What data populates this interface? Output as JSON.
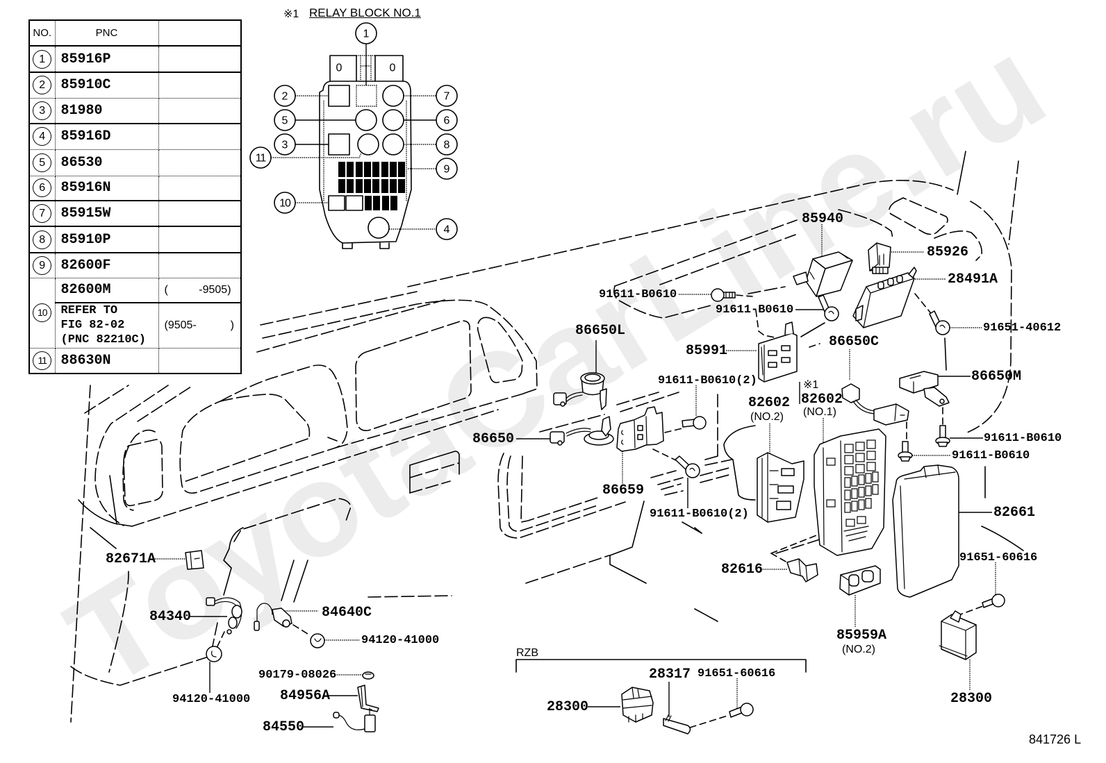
{
  "figure": {
    "watermark": "ToyotaCarLine.ru",
    "figure_id": "841726 L"
  },
  "pnc_table": {
    "header": {
      "no": "NO.",
      "pnc": "PNC",
      "remarks": ""
    },
    "rows": [
      {
        "no": "1",
        "pnc": "85916P",
        "remark": ""
      },
      {
        "no": "2",
        "pnc": "85910C",
        "remark": ""
      },
      {
        "no": "3",
        "pnc": "81980",
        "remark": ""
      },
      {
        "no": "4",
        "pnc": "85916D",
        "remark": ""
      },
      {
        "no": "5",
        "pnc": "86530",
        "remark": ""
      },
      {
        "no": "6",
        "pnc": "85916N",
        "remark": ""
      },
      {
        "no": "7",
        "pnc": "85915W",
        "remark": ""
      },
      {
        "no": "8",
        "pnc": "85910P",
        "remark": ""
      },
      {
        "no": "9",
        "pnc": "82600F",
        "remark": ""
      },
      {
        "no": "10",
        "entries": [
          {
            "pnc": "82600M",
            "remark": "(          -9505)"
          },
          {
            "pnc_lines": [
              "REFER TO",
              "FIG 82-02",
              "(PNC 82210C)"
            ],
            "remark": "(9505-           )"
          }
        ]
      },
      {
        "no": "11",
        "pnc": "88630N",
        "remark": ""
      }
    ]
  },
  "relay_block": {
    "title_mark": "※1",
    "title": "RELAY BLOCK NO.1",
    "tab_marks": [
      "0",
      "0"
    ],
    "callouts": [
      "1",
      "2",
      "3",
      "4",
      "5",
      "6",
      "7",
      "8",
      "9",
      "10",
      "11"
    ]
  },
  "callouts": [
    {
      "text": "85940"
    },
    {
      "text": "85926"
    },
    {
      "text": "28491A"
    },
    {
      "text": "91611-B0610"
    },
    {
      "text": "91611-B0610"
    },
    {
      "text": "91651-40612"
    },
    {
      "text": "86650L"
    },
    {
      "text": "86650C"
    },
    {
      "text": "85991"
    },
    {
      "text": "91611-B0610(2)"
    },
    {
      "text": "86650M"
    },
    {
      "text": "82602",
      "sub": "(NO.2)"
    },
    {
      "text": "82602",
      "sub": "(NO.1)",
      "mark": "※1"
    },
    {
      "text": "86650"
    },
    {
      "text": "91611-B0610"
    },
    {
      "text": "91611-B0610"
    },
    {
      "text": "86659"
    },
    {
      "text": "82661"
    },
    {
      "text": "91611-B0610(2)"
    },
    {
      "text": "91651-60616"
    },
    {
      "text": "82671A"
    },
    {
      "text": "82616"
    },
    {
      "text": "84640C"
    },
    {
      "text": "84340"
    },
    {
      "text": "85959A",
      "sub": "(NO.2)"
    },
    {
      "text": "94120-41000"
    },
    {
      "text": "90179-08026"
    },
    {
      "text": "28317"
    },
    {
      "text": "91651-60616"
    },
    {
      "text": "84956A"
    },
    {
      "text": "94120-41000"
    },
    {
      "text": "28300"
    },
    {
      "text": "28300"
    },
    {
      "text": "84550"
    }
  ],
  "rzb": {
    "label": "RZB"
  }
}
